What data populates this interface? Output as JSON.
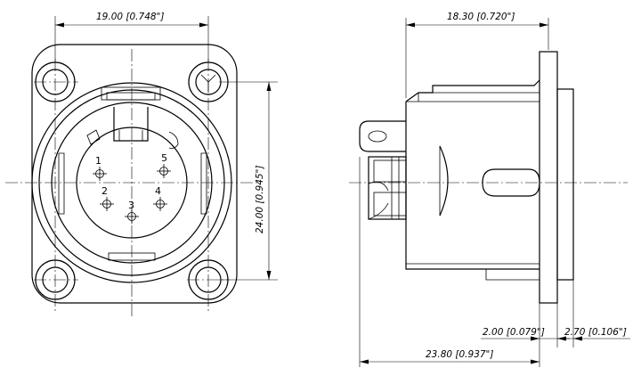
{
  "dimensions": {
    "front_width": "19.00 [0.748\"]",
    "front_height": "24.00 [0.945\"]",
    "side_depth_top": "18.30 [0.720\"]",
    "side_flange": "2.00 [0.079\"]",
    "side_rear": "2.70 [0.106\"]",
    "side_total": "23.80 [0.937\"]"
  },
  "pins": [
    "1",
    "2",
    "3",
    "4",
    "5"
  ]
}
